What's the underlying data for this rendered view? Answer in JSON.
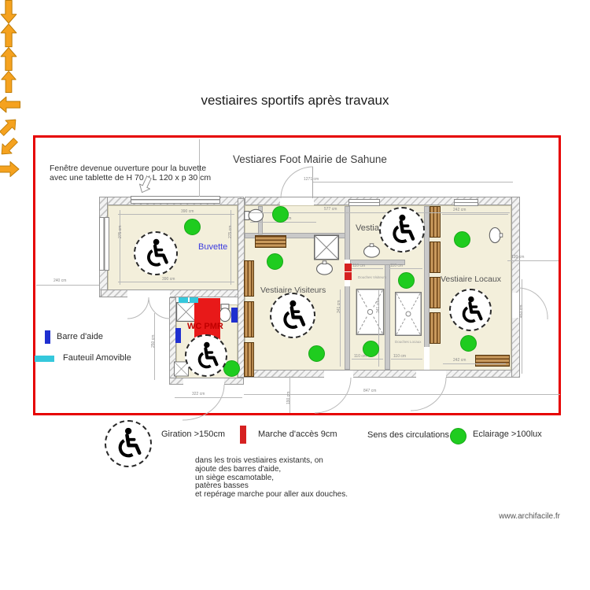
{
  "title": "vestiaires sportifs après travaux",
  "subtitle": "Vestiares Foot Mairie de Sahune",
  "annotation": {
    "line1": "Fenêtre devenue ouverture pour la buvette",
    "line2": "avec une tablette de H 70 x L 120 x p 30 cm"
  },
  "rooms": {
    "buvette": "Buvette",
    "wc_pmr": "WC PMR",
    "vestiaire_visiteurs": "Vestiaire Visiteurs",
    "vestiaire": "Vestiaire",
    "vestiaire_locaux": "Vestiaire Locaux",
    "douches_visiteurs": "Douches Visiteurs",
    "douches_locaux": "Douches Locaux"
  },
  "dims": [
    "1271 cm",
    "390 cm",
    "390 cm",
    "275 cm",
    "275 cm",
    "240 cm",
    "577 cm",
    "310 cm",
    "242 cm",
    "110 cm",
    "110 cm",
    "110 cm",
    "110 cm",
    "341 cm",
    "341 cm",
    "322 cm",
    "847 cm",
    "190 cm",
    "250 cm",
    "120 cm",
    "453 cm",
    "242 cm"
  ],
  "legend": {
    "giration": "Giration >150cm",
    "marche": "Marche d'accès 9cm",
    "sens": "Sens des circulations",
    "eclairage": "Eclairage >100lux",
    "barre": "Barre d'aide",
    "fauteuil": "Fauteuil Amovible"
  },
  "notes": [
    "dans les trois vestiaires existants, on",
    "ajoute des barres d'aide,",
    "un siège escamotable,",
    "patères basses",
    "et repérage marche pour aller aux douches."
  ],
  "footer": "www.archifacile.fr",
  "colors": {
    "border_red": "#E60000",
    "lighting_green": "#1FCC1F",
    "circulation_orange": "#F5A21F",
    "grab_bar_blue": "#1F2FD0",
    "fauteuil_cyan": "#35C8DC",
    "wc_block_red": "#E81919",
    "buvette_label_blue": "#3A3AE0",
    "floor_cream": "#F3EFDB"
  }
}
